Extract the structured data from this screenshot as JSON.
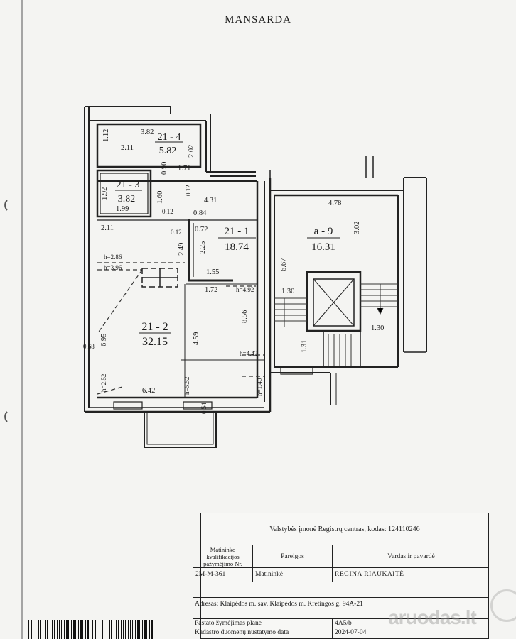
{
  "title": "MANSARDA",
  "rooms": {
    "r21_4": {
      "code": "21 - 4",
      "area": "5.82"
    },
    "r21_3": {
      "code": "21 - 3",
      "area": "3.82"
    },
    "r21_1": {
      "code": "21 - 1",
      "area": "18.74"
    },
    "r21_2": {
      "code": "21 - 2",
      "area": "32.15"
    },
    "ra_9": {
      "code": "a - 9",
      "area": "16.31"
    }
  },
  "dimensions": {
    "d382": "3.82",
    "d112": "1.12",
    "d211a": "2.11",
    "d202": "2.02",
    "d090": "0.90",
    "d171": "1.71",
    "d192": "1.92",
    "d160": "1.60",
    "d012a": "0.12",
    "d431": "4.31",
    "d199": "1.99",
    "d012b": "0.12",
    "d084": "0.84",
    "d211b": "2.11",
    "d012c": "0.12",
    "d072": "0.72",
    "d249": "2.49",
    "d225": "2.25",
    "h286": "h=2.86",
    "h396": "h=3.96",
    "d155": "1.55",
    "d172": "1.72",
    "h492": "h=4.92",
    "d856": "8.56",
    "d695": "6.95",
    "d459": "4.59",
    "h442": "h=4.42",
    "d068": "0.68",
    "h252": "h=2.52",
    "h552": "h=5.52",
    "d642": "6.42",
    "h140": "h=1.40",
    "d054": "0.54",
    "d478": "4.78",
    "d302": "3.02",
    "d667": "6.67",
    "d130a": "1.30",
    "d130b": "1.30",
    "d131": "1.31"
  },
  "title_block": {
    "company": "Valstybės įmonė Registrų centras, kodas: 124110246",
    "cert_header": "Matininko kvalifikacijos pažymėjimo Nr.",
    "position_header": "Pareigos",
    "name_header": "Vardas ir pavardė",
    "cert_no": "2M-M-361",
    "position": "Matininkė",
    "name": "REGINA RIAUKAITĖ",
    "address": "Adresas: Klaipėdos m. sav. Klaipėdos m. Kretingos g. 94A-21",
    "mark_label": "Pastato žymėjimas plane",
    "mark_value": "4A5/b",
    "date_label": "Kadastro duomenų nustatymo data",
    "date_value": "2024-07-04"
  },
  "watermark": "aruodas.lt"
}
